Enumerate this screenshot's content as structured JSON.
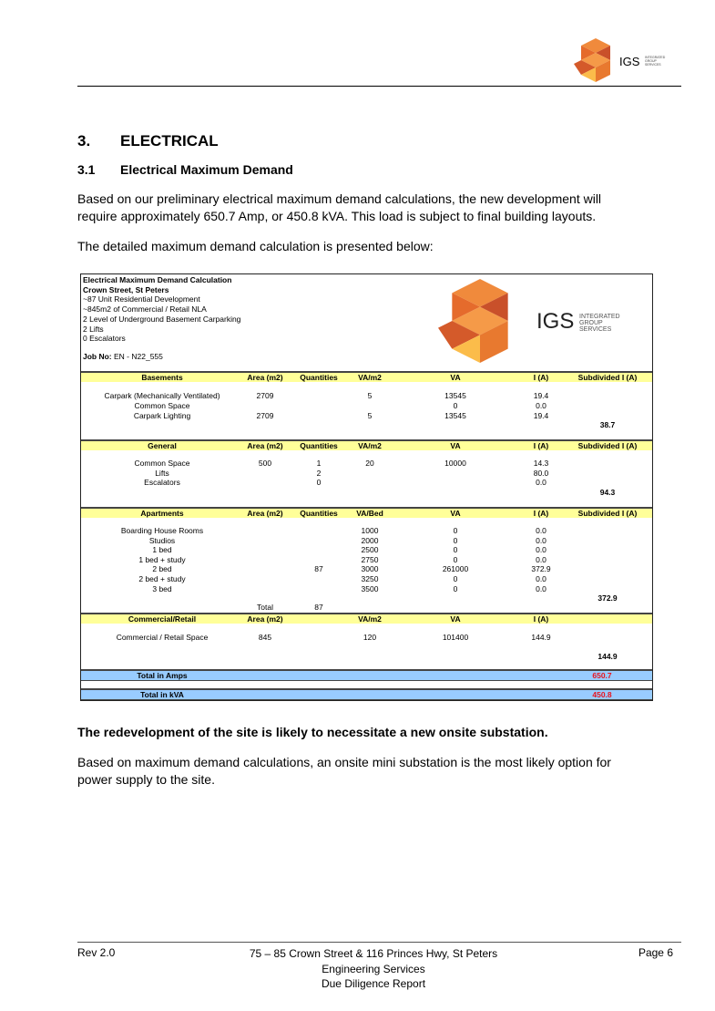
{
  "header": {
    "logo_text": "IGS",
    "logo_sub": [
      "INTEGRATED",
      "GROUP",
      "SERVICES"
    ]
  },
  "section": {
    "number": "3.",
    "title": "ELECTRICAL"
  },
  "subsection": {
    "number": "3.1",
    "title": "Electrical Maximum Demand"
  },
  "intro": "Based on our preliminary electrical maximum demand calculations, the new development will require approximately 650.7 Amp, or 450.8 kVA. This load is subject to final building layouts.",
  "intro2": "The detailed maximum demand calculation is presented below:",
  "table": {
    "info": [
      "Electrical Maximum Demand Calculation",
      "Crown Street, St Peters",
      "~87 Unit Residential Development",
      "~845m2 of Commercial / Retail NLA",
      "2 Level of Underground Basement Carparking",
      "2 Lifts",
      "0 Escalators"
    ],
    "job_label": "Job No:",
    "job_no": "EN - N22_555",
    "sections": [
      {
        "headers": [
          "Basements",
          "Area (m2)",
          "Quantities",
          "VA/m2",
          "VA",
          "I (A)",
          "Subdivided I (A)"
        ],
        "rows": [
          [
            "Carpark (Mechanically Ventilated)",
            "2709",
            "",
            "5",
            "13545",
            "19.4"
          ],
          [
            "Common Space",
            "",
            "",
            "",
            "0",
            "0.0"
          ],
          [
            "Carpark Lighting",
            "2709",
            "",
            "5",
            "13545",
            "19.4"
          ]
        ],
        "subtotal": "38.7"
      },
      {
        "headers": [
          "General",
          "Area (m2)",
          "Quantities",
          "VA/m2",
          "VA",
          "I (A)",
          "Subdivided I (A)"
        ],
        "rows": [
          [
            "Common Space",
            "500",
            "1",
            "20",
            "10000",
            "14.3"
          ],
          [
            "Lifts",
            "",
            "2",
            "",
            "",
            "80.0"
          ],
          [
            "Escalators",
            "",
            "0",
            "",
            "",
            "0.0"
          ]
        ],
        "subtotal": "94.3"
      },
      {
        "headers": [
          "Apartments",
          "Area (m2)",
          "Quantities",
          "VA/Bed",
          "VA",
          "I (A)",
          "Subdivided I (A)"
        ],
        "rows": [
          [
            "Boarding House Rooms",
            "",
            "",
            "1000",
            "0",
            "0.0"
          ],
          [
            "Studios",
            "",
            "",
            "2000",
            "0",
            "0.0"
          ],
          [
            "1 bed",
            "",
            "",
            "2500",
            "0",
            "0.0"
          ],
          [
            "1 bed + study",
            "",
            "",
            "2750",
            "0",
            "0.0"
          ],
          [
            "2 bed",
            "",
            "87",
            "3000",
            "261000",
            "372.9"
          ],
          [
            "2 bed + study",
            "",
            "",
            "3250",
            "0",
            "0.0"
          ],
          [
            "3 bed",
            "",
            "",
            "3500",
            "0",
            "0.0"
          ]
        ],
        "subtotal": "372.9",
        "total_label": "Total",
        "total_qty": "87"
      },
      {
        "headers": [
          "Commercial/Retail",
          "Area (m2)",
          "",
          "VA/m2",
          "VA",
          "I (A)",
          ""
        ],
        "rows": [
          [
            "Commercial / Retail Space",
            "845",
            "",
            "120",
            "101400",
            "144.9"
          ]
        ],
        "subtotal": "144.9"
      }
    ],
    "total_amps_label": "Total in Amps",
    "total_amps": "650.7",
    "total_kva_label": "Total in kVA",
    "total_kva": "450.8"
  },
  "conclusion_bold": "The redevelopment of the site is likely to necessitate a new onsite substation.",
  "conclusion": "Based on maximum demand calculations, an onsite mini substation is the most likely option for power supply to the site.",
  "footer": {
    "rev": "Rev 2.0",
    "address": "75 – 85 Crown Street & 116 Princes Hwy, St Peters",
    "line2": "Engineering Services",
    "line3": "Due Diligence Report",
    "page": "Page 6"
  },
  "colors": {
    "orange": "#e8792f",
    "band_yellow": "#ffff99",
    "band_blue": "#99ccff",
    "total_red": "#e8141e"
  }
}
